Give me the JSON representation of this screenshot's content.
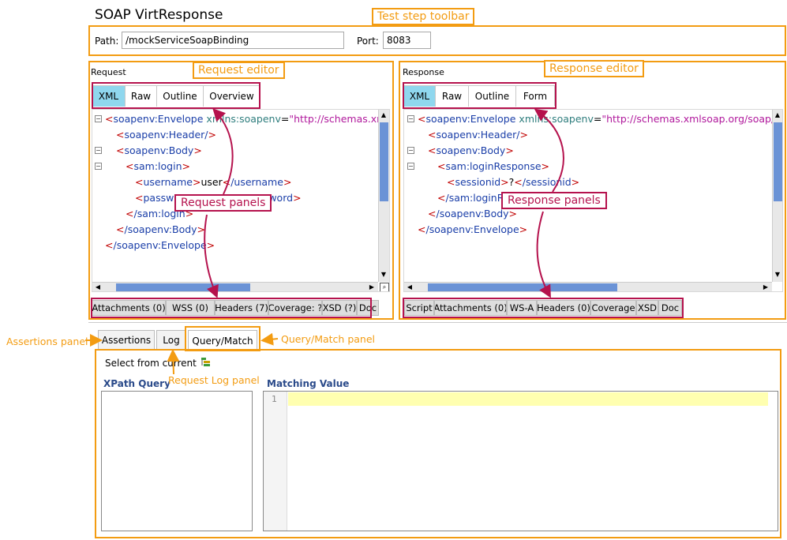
{
  "window_title": "SOAP VirtResponse",
  "toolbar": {
    "path_label": "Path:",
    "path_value": "/mockServiceSoapBinding",
    "port_label": "Port:",
    "port_value": "8083"
  },
  "request": {
    "title": "Request",
    "tabs": [
      "XML",
      "Raw",
      "Outline",
      "Overview"
    ],
    "bottom_tabs": [
      "Attachments (0)",
      "WSS (0)",
      "Headers (7)",
      "Coverage: ?",
      "XSD (?)",
      "Doc"
    ],
    "code": {
      "envelope_tag": "soapenv:Envelope",
      "xmlns_attr": "xmlns:soapenv",
      "xmlns_value": "\"http://schemas.xmls",
      "header_tag": "soapenv:Header/",
      "body_tag": "soapenv:Body",
      "login_tag": "sam:login",
      "username_tag": "username",
      "username_value": "user",
      "username_close": "/username",
      "password_tag": "passw",
      "password_close": "word",
      "login_close": "/sam:login",
      "body_close": "/soapenv:Body",
      "envelope_close": "/soapenv:Envelope"
    }
  },
  "response": {
    "title": "Response",
    "tabs": [
      "XML",
      "Raw",
      "Outline",
      "Form"
    ],
    "bottom_tabs": [
      "Script",
      "Attachments (0)",
      "WS-A",
      "Headers (0)",
      "Coverage",
      "XSD",
      "Doc"
    ],
    "code": {
      "envelope_tag": "soapenv:Envelope",
      "xmlns_attr": "xmlns:soapenv",
      "xmlns_value": "\"http://schemas.xmlsoap.org/soap/en",
      "header_tag": "soapenv:Header/",
      "body_tag": "soapenv:Body",
      "loginresp_tag": "sam:loginResponse",
      "sessionid_tag": "sessionid",
      "sessionid_value": "?",
      "sessionid_close": "/sessionid",
      "loginresp_close": "/sam:loginR",
      "body_close": "/soapenv:Body",
      "envelope_close": "/soapenv:Envelope"
    }
  },
  "lower": {
    "tabs": [
      "Assertions",
      "Log",
      "Query/Match"
    ],
    "select_from_current": "Select from current",
    "xpath_query_header": "XPath Query",
    "matching_value_header": "Matching Value",
    "line_number": "1"
  },
  "annotations": {
    "test_step_toolbar": "Test step toolbar",
    "request_editor": "Request editor",
    "response_editor": "Response editor",
    "request_panels": "Request panels",
    "response_panels": "Response panels",
    "assertions_panel": "Assertions panel",
    "query_match_panel": "Query/Match panel",
    "request_log_panel": "Request Log panel"
  },
  "colors": {
    "annotation_orange": "#f39c12",
    "annotation_red": "#b5124d",
    "selected_tab": "#8fd7ee",
    "scroll_thumb": "#6b93d6",
    "editor_highlight": "#ffffb0"
  }
}
